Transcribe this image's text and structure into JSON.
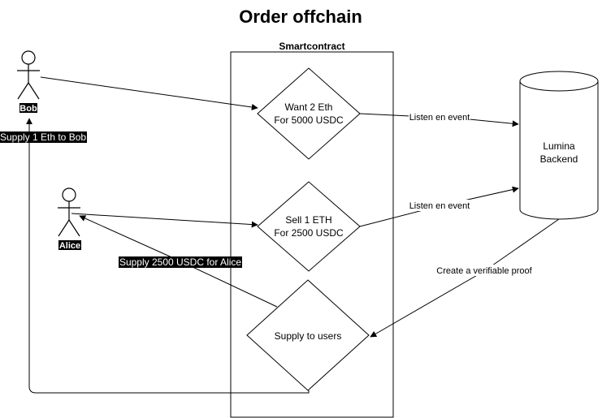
{
  "diagram": {
    "title": "Order offchain",
    "container_label": "Smartcontract",
    "actors": {
      "bob": "Bob",
      "alice": "Alice"
    },
    "nodes": {
      "want": {
        "line1": "Want 2 Eth",
        "line2": "For 5000 USDC"
      },
      "sell": {
        "line1": "Sell 1 ETH",
        "line2": "For 2500 USDC"
      },
      "supply": {
        "line1": "Supply to users"
      },
      "backend": {
        "line1": "Lumina",
        "line2": "Backend"
      }
    },
    "edges": {
      "listen1": "Listen en event",
      "listen2": "Listen en event",
      "proof": "Create a verifiable proof",
      "supply_bob": "Supply 1 Eth to Bob",
      "supply_alice": "Supply 2500 USDC for Alice"
    },
    "colors": {
      "stroke": "#000000",
      "background": "#ffffff",
      "label_bg": "#000000",
      "label_text": "#ffffff"
    }
  }
}
